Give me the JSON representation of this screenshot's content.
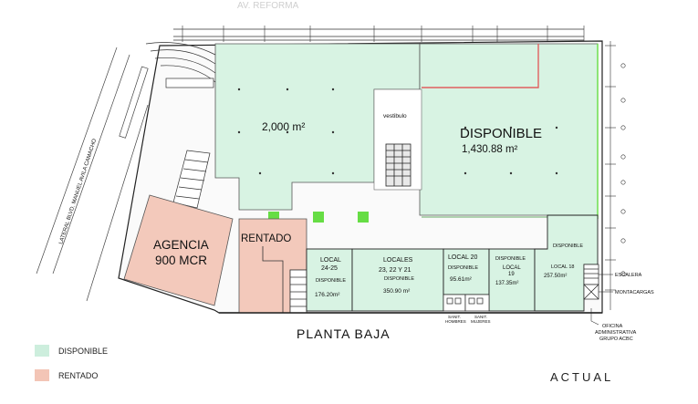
{
  "header_faded": "AV. REFORMA",
  "street_label": "LATERAL BLVD. MANUEL AVILA CAMACHO",
  "rooms": {
    "area_2000": "2,000 m²",
    "vestibulo": "vestibulo",
    "disponible_big_title": "DISPONIBLE",
    "disponible_big_area": "1,430.88 m²",
    "agencia_line1": "AGENCIA",
    "agencia_line2": "900 MCR",
    "rentado": "RENTADO",
    "local_24_25": {
      "name_l1": "LOCAL",
      "name_l2": "24-25",
      "status": "DISPONIBLE",
      "area": "176.20m²"
    },
    "locales_23_22_21": {
      "name_l1": "LOCALES",
      "name_l2": "23, 22 Y 21",
      "status": "DISPONIBLE",
      "area": "350.90 m²"
    },
    "local_20": {
      "name_l1": "LOCAL 20",
      "status": "DISPONIBLE",
      "area": "95.61m²"
    },
    "local_19": {
      "status": "DISPONIBLE",
      "name_l1": "LOCAL",
      "name_l2": "19",
      "area": "137.35m²"
    },
    "local_18": {
      "status_top": "DISPONIBLE",
      "name": "LOCAL 18",
      "area": "257.50m²"
    }
  },
  "service_labels": {
    "sanit_hombres_l1": "SANIT.",
    "sanit_hombres_l2": "HOMBRES",
    "sanit_mujeres_l1": "SANIT.",
    "sanit_mujeres_l2": "MUJERES",
    "escalera": "ESCALERA",
    "montacargas": "MONTACARGAS",
    "oficina_l1": "OFICINA",
    "oficina_l2": "ADMINISTRATIVA",
    "oficina_l3": "GRUPO ACBC"
  },
  "plan_title": "PLANTA BAJA",
  "legend": [
    {
      "label": "DISPONIBLE",
      "color": "#cdeedd"
    },
    {
      "label": "RENTADO",
      "color": "#f3c5b6"
    }
  ],
  "status_label": "ACTUAL",
  "colors": {
    "disponible": "#d8f3e3",
    "rentado": "#f3c9bb",
    "accent_green": "#66dd44",
    "red_line": "#e06060"
  }
}
